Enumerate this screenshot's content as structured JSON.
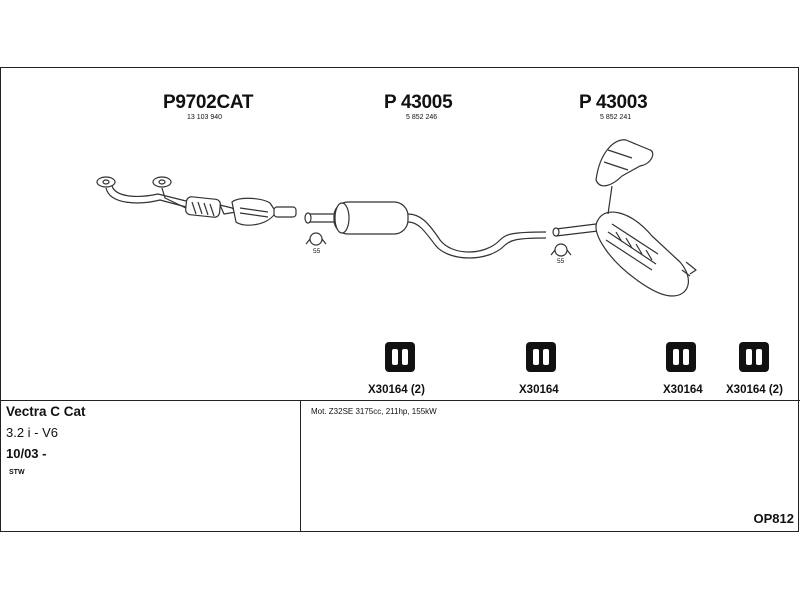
{
  "parts": [
    {
      "code": "P9702CAT",
      "oe": "13 103 940"
    },
    {
      "code": "P 43005",
      "oe": "5 852 246"
    },
    {
      "code": "P 43003",
      "oe": "5 852 241"
    }
  ],
  "clamps": [
    "55",
    "55"
  ],
  "hangers": [
    {
      "label": "X30164 (2)"
    },
    {
      "label": "X30164"
    },
    {
      "label": "X30164"
    },
    {
      "label": "X30164 (2)"
    }
  ],
  "vehicle": {
    "model": "Vectra C Cat",
    "engine": "3.2 i - V6",
    "dates": "10/03 -",
    "body": "STW"
  },
  "motor": "Mot. Z32SE 3175cc, 211hp, 155kW",
  "reference": "OP812"
}
